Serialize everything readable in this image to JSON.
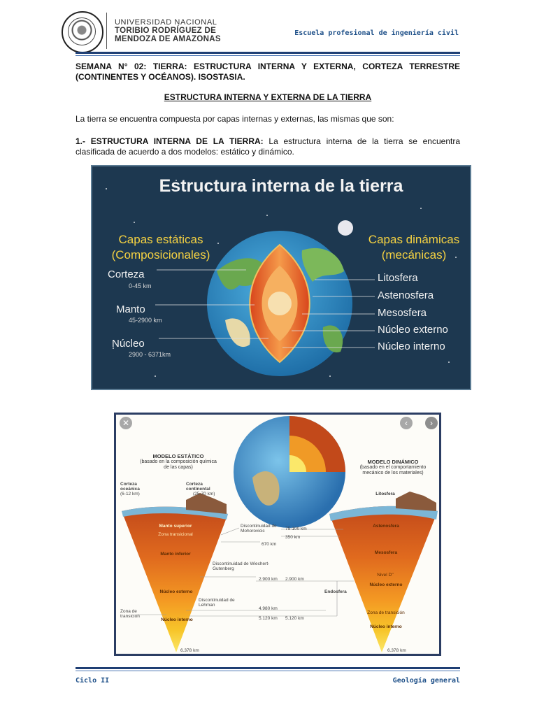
{
  "header": {
    "university_line1": "UNIVERSIDAD NACIONAL",
    "university_line2": "TORIBIO RODRÍGUEZ DE",
    "university_line3": "MENDOZA DE AMAZONAS",
    "school": "Escuela profesional de ingeniería civil"
  },
  "document": {
    "title": "SEMANA N° 02: TIERRA: ESTRUCTURA INTERNA Y EXTERNA, CORTEZA TERRESTRE (CONTINENTES Y OCÉANOS). ISOSTASIA.",
    "subtitle": "ESTRUCTURA INTERNA Y EXTERNA DE LA TIERRA",
    "intro": "La tierra se encuentra compuesta por capas internas y externas, las mismas que son:",
    "section1_heading": "1.- ESTRUCTURA INTERNA DE LA TIERRA:",
    "section1_text": " La estructura interna de la tierra se encuentra clasificada de acuerdo a dos modelos: estático y dinámico."
  },
  "figure1": {
    "title": "Estructura interna de la tierra",
    "left_heading_1": "Capas estáticas",
    "left_heading_2": "(Composicionales)",
    "right_heading_1": "Capas dinámicas",
    "right_heading_2": "(mecánicas)",
    "left_layers": [
      {
        "name": "Corteza",
        "range": "0-45 km"
      },
      {
        "name": "Manto",
        "range": "45-2900 km"
      },
      {
        "name": "Núcleo",
        "range": "2900 - 6371km"
      }
    ],
    "right_layers": [
      "Litosfera",
      "Astenosfera",
      "Mesosfera",
      "Núcleo externo",
      "Núcleo interno"
    ]
  },
  "figure2": {
    "static_title": "MODELO ESTÁTICO",
    "static_subtitle": "(basado en la composición química de las capas)",
    "dynamic_title": "MODELO DINÁMICO",
    "dynamic_subtitle": "(basado en el comportamiento mecánico de los materiales)",
    "crust_oceanic": "Corteza oceánica",
    "crust_oceanic_km": "(6-12 km)",
    "crust_continental": "Corteza continental",
    "crust_continental_km": "(25-70 km)",
    "static_layers": [
      "Manto superior",
      "Zona transicional",
      "Manto inferior",
      "Núcleo externo",
      "Núcleo interno"
    ],
    "dynamic_layers": [
      "Litosfera",
      "Astenosfera",
      "Mesosfera",
      "Nivel D''",
      "Núcleo externo",
      "Zona de transición",
      "Núcleo interno"
    ],
    "disc_moho": "Discontinuidad de Mohorovicic",
    "disc_wiechert": "Discontinuidad de Wiechert-Gutenberg",
    "disc_lehman": "Discontinuidad de Lehman",
    "zona_transicion_left": "Zona de transición",
    "endosfera": "Endosfera",
    "km_75_100": "75-100 km",
    "km_350": "350 km",
    "km_670": "670 km",
    "km_2900_a": "2.900 km",
    "km_2900_b": "2.900 km",
    "km_4980": "4.980 km",
    "km_5120_a": "5.120 km",
    "km_5120_b": "5.120 km",
    "km_6378_a": "6.378 km",
    "km_6378_b": "6.378 km",
    "close_symbol": "✕",
    "prev_symbol": "‹",
    "next_symbol": "›"
  },
  "footer": {
    "left": "Ciclo II",
    "right": "Geología general"
  }
}
